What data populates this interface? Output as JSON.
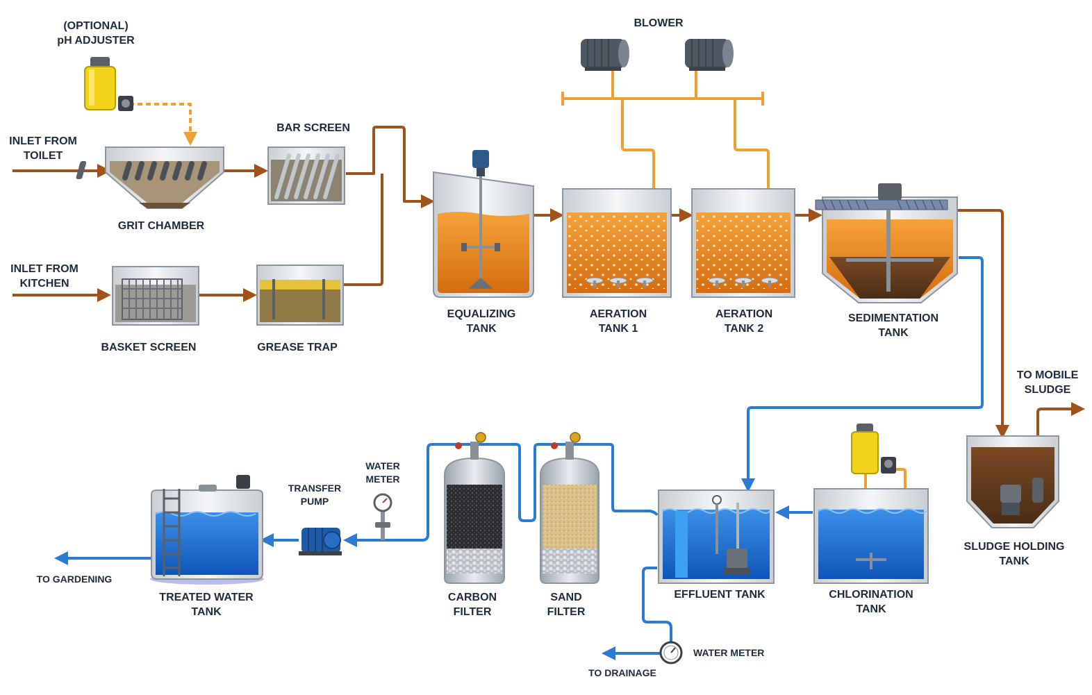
{
  "labels": {
    "ph_adjuster": [
      "(OPTIONAL)",
      "pH ADJUSTER"
    ],
    "inlet_toilet": [
      "INLET FROM",
      "TOILET"
    ],
    "inlet_kitchen": [
      "INLET FROM",
      "KITCHEN"
    ],
    "grit_chamber": [
      "GRIT CHAMBER"
    ],
    "bar_screen": [
      "BAR SCREEN"
    ],
    "basket_screen": [
      "BASKET SCREEN"
    ],
    "grease_trap": [
      "GREASE TRAP"
    ],
    "blower": [
      "BLOWER"
    ],
    "equalizing_tank": [
      "EQUALIZING",
      "TANK"
    ],
    "aeration_tank_1": [
      "AERATION",
      "TANK 1"
    ],
    "aeration_tank_2": [
      "AERATION",
      "TANK 2"
    ],
    "sedimentation_tank": [
      "SEDIMENTATION",
      "TANK"
    ],
    "to_mobile_sludge": [
      "TO MOBILE",
      "SLUDGE"
    ],
    "sludge_holding_tank": [
      "SLUDGE HOLDING",
      "TANK"
    ],
    "chlorination_tank": [
      "CHLORINATION",
      "TANK"
    ],
    "effluent_tank": [
      "EFFLUENT TANK"
    ],
    "sand_filter": [
      "SAND",
      "FILTER"
    ],
    "carbon_filter": [
      "CARBON",
      "FILTER"
    ],
    "water_meter_top": [
      "WATER",
      "METER"
    ],
    "transfer_pump": [
      "TRANSFER",
      "PUMP"
    ],
    "treated_water_tank": [
      "TREATED WATER",
      "TANK"
    ],
    "to_gardening": [
      "TO GARDENING"
    ],
    "water_meter_bottom": [
      "WATER METER"
    ],
    "to_drainage": [
      "TO DRAINAGE"
    ]
  },
  "colors": {
    "sewage_pipe": "#a0521c",
    "air_pipe": "#f0a030",
    "clean_water_pipe": "#2a7bd4",
    "wastewater": "#e8821e",
    "clean_water": "#1f74d8",
    "sludge": "#5a3a20",
    "label_text": "#1d2b3c"
  }
}
